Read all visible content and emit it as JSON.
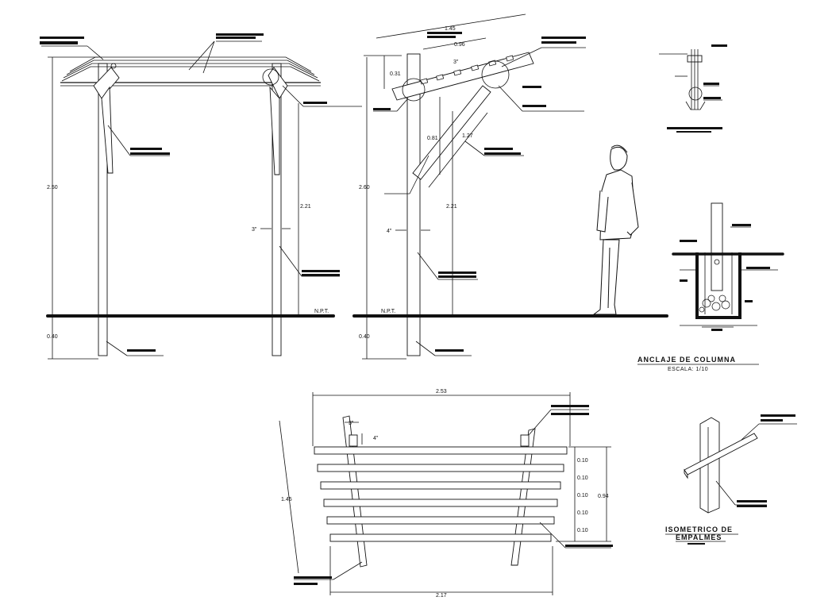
{
  "front_elevation": {
    "height_total": "2.50",
    "height_column": "2.21",
    "depth_below": "0.40",
    "column_size": "3\"",
    "ground_label": "N.P.T."
  },
  "side_elevation": {
    "height_total": "2.60",
    "height_column": "2.21",
    "depth_below": "0.40",
    "column_size": "4\"",
    "ground_label": "N.P.T.",
    "beam_length": "1.45",
    "beam_segment": "0.96",
    "beam_offset": "0.31",
    "beam_angle_label": "3\"",
    "brace_vertical": "0.81",
    "brace_length": "1.27"
  },
  "plan_view": {
    "top_width": "2.53",
    "bottom_width": "2.17",
    "depth": "1.45",
    "column_w": "3\"",
    "column_d": "4\"",
    "slat_spacing": [
      "0.10",
      "0.10",
      "0.10",
      "0.10",
      "0.10"
    ],
    "slat_total": "0.94"
  },
  "anchor_detail": {
    "title": "ANCLAJE DE COLUMNA",
    "scale": "ESCALA: 1/10"
  },
  "iso_detail": {
    "title_line1": "ISOMETRICO DE",
    "title_line2": "EMPALMES"
  }
}
